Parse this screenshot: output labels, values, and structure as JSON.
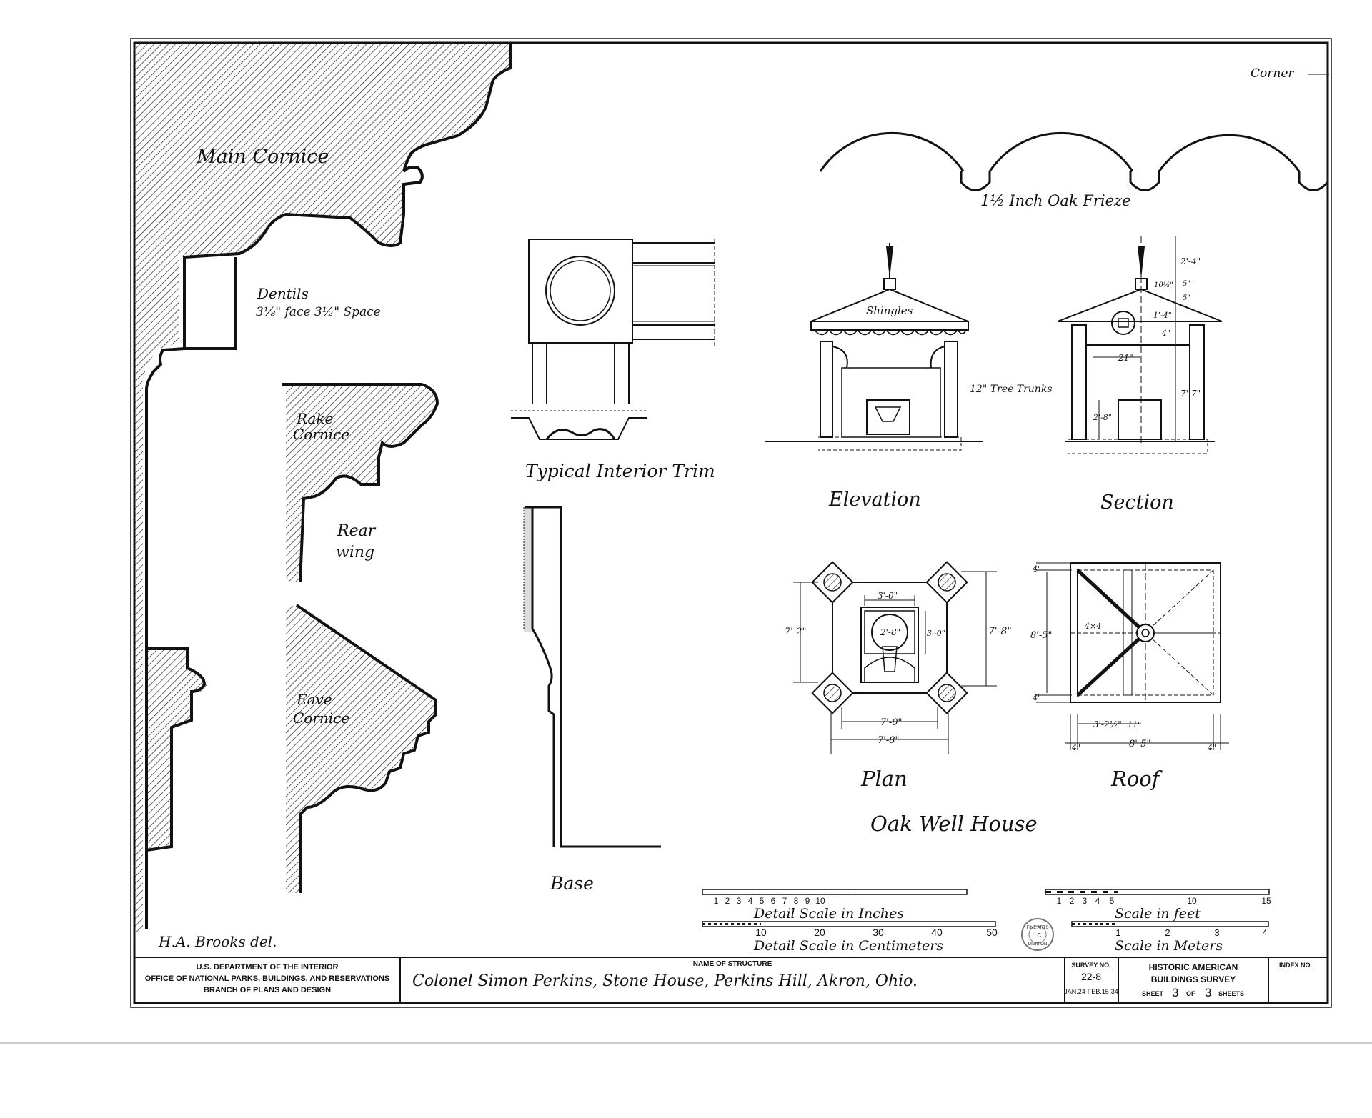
{
  "labels": {
    "main_cornice": "Main Cornice",
    "dentils": "Dentils",
    "dentils_spec": "3⅛\" face 3½\" Space",
    "rake_cornice_1": "Rake",
    "rake_cornice_2": "Cornice",
    "rear_wing_1": "Rear",
    "rear_wing_2": "wing",
    "eave_cornice_1": "Eave",
    "eave_cornice_2": "Cornice",
    "typical_interior_trim": "Typical Interior Trim",
    "base": "Base",
    "corner": "Corner",
    "oak_frieze": "1½ Inch Oak Frieze",
    "shingles": "Shingles",
    "tree_trunks": "12\" Tree Trunks",
    "elevation": "Elevation",
    "section": "Section",
    "plan": "Plan",
    "roof": "Roof",
    "oak_well_house": "Oak Well House",
    "signature": "H.A. Brooks del."
  },
  "dimensions": {
    "sec_2_4": "2'-4\"",
    "sec_10_5": "10½\"",
    "sec_5": "5\"",
    "sec_5b": "5\"",
    "sec_1_4": "1'-4\"",
    "sec_4": "4\"",
    "sec_21": "21\"",
    "sec_7_7": "7'-7\"",
    "sec_2_8": "2'-8\"",
    "plan_3_0a": "3'-0\"",
    "plan_2_8": "2'-8\"",
    "plan_3_0b": "3'-0\"",
    "plan_7_2": "7'-2\"",
    "plan_7_8v": "7'-8\"",
    "plan_7_0": "7'-0\"",
    "plan_7_8h": "7'-8\"",
    "roof_4a": "4\"",
    "roof_8_5v": "8'-5\"",
    "roof_4b": "4\"",
    "roof_4x4": "4×4",
    "roof_3_2": "3'-2½\"",
    "roof_11": "11\"",
    "roof_4c": "4\"",
    "roof_8_5h": "8'-5\"",
    "roof_4d": "4\""
  },
  "scales": {
    "inches_label": "Detail Scale in Inches",
    "inches_ticks": [
      "1",
      "2",
      "3",
      "4",
      "5",
      "6",
      "7",
      "8",
      "9",
      "10"
    ],
    "cm_label": "Detail Scale in Centimeters",
    "cm_ticks": [
      "10",
      "20",
      "30",
      "40",
      "50"
    ],
    "feet_label": "Scale in feet",
    "feet_ticks": [
      "1",
      "2",
      "3",
      "4",
      "5",
      "10",
      "15"
    ],
    "meters_label": "Scale in Meters",
    "meters_ticks": [
      "1",
      "2",
      "3",
      "4"
    ]
  },
  "stamp": {
    "top": "FINE ARTS",
    "center": "L.C.",
    "bottom": "DIVISION"
  },
  "title_block": {
    "dept_line1": "U.S. DEPARTMENT OF THE INTERIOR",
    "dept_line2": "OFFICE OF NATIONAL PARKS, BUILDINGS, AND RESERVATIONS",
    "dept_line3": "BRANCH OF PLANS AND DESIGN",
    "name_header": "NAME OF STRUCTURE",
    "structure_name": "Colonel Simon Perkins, Stone House, Perkins Hill, Akron, Ohio.",
    "survey_header": "SURVEY NO.",
    "survey_no": "22-8",
    "survey_dates": "JAN.24-FEB.15-34",
    "habs_line1": "HISTORIC AMERICAN",
    "habs_line2": "BUILDINGS SURVEY",
    "sheet_word": "SHEET",
    "sheet_no": "3",
    "of_word": "OF",
    "sheet_total": "3",
    "sheets_word": "SHEETS",
    "index_header": "INDEX NO."
  }
}
